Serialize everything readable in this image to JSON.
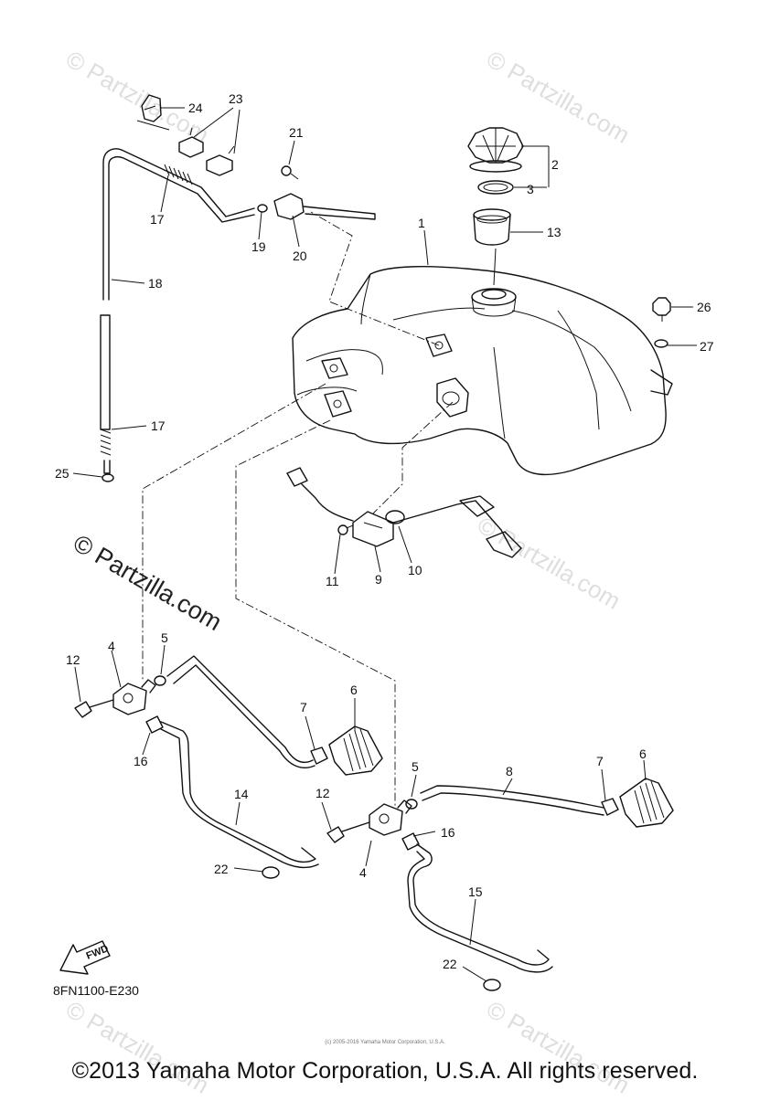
{
  "diagram": {
    "diagram_code": "8FN1100-E230",
    "fwd_label": "FWD",
    "callouts": [
      "1",
      "2",
      "3",
      "4",
      "5",
      "6",
      "7",
      "8",
      "9",
      "10",
      "11",
      "12",
      "13",
      "14",
      "15",
      "16",
      "17",
      "18",
      "19",
      "20",
      "21",
      "22",
      "23",
      "24",
      "25",
      "26",
      "27"
    ],
    "watermark": "© Partzilla.com",
    "watermark_small": "© Partzilla.com"
  },
  "footer": {
    "copyright": "©2013 Yamaha Motor Corporation, U.S.A. All rights reserved.",
    "fine_print": "(c) 2005-2016 Yamaha Motor Corporation, U.S.A."
  }
}
